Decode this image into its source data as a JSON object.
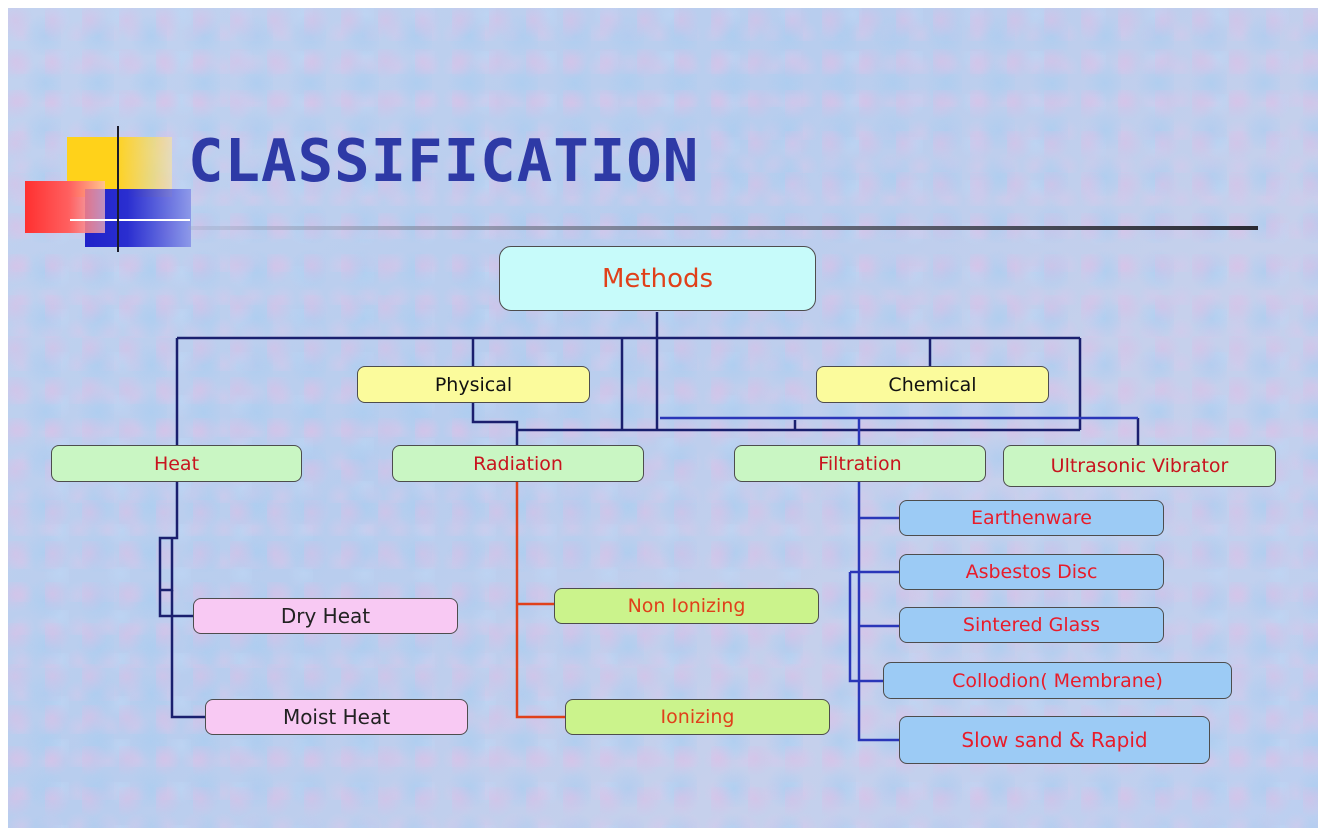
{
  "title": "CLASSIFICATION",
  "colors": {
    "title": "#2e3aa6",
    "root_fill": "#c7fbfa",
    "category_fill": "#fbfb9c",
    "method_fill": "#c9f6c3",
    "heat_sub_fill": "#f8c9f3",
    "radiation_sub_fill": "#cbf38c",
    "filtration_sub_fill": "#9ccbf5",
    "heat_line": "#1a1f6e",
    "radiation_line": "#e0401a",
    "filtration_line": "#2a36b8"
  },
  "root": {
    "label": "Methods"
  },
  "categories": [
    {
      "label": "Physical"
    },
    {
      "label": "Chemical"
    }
  ],
  "methods": [
    {
      "label": "Heat"
    },
    {
      "label": "Radiation"
    },
    {
      "label": "Filtration"
    },
    {
      "label": "Ultrasonic Vibrator"
    }
  ],
  "heat_types": [
    {
      "label": "Dry Heat"
    },
    {
      "label": "Moist Heat"
    }
  ],
  "radiation_types": [
    {
      "label": "Non Ionizing"
    },
    {
      "label": "Ionizing"
    }
  ],
  "filtration_types": [
    {
      "label": "Earthenware"
    },
    {
      "label": "Asbestos Disc"
    },
    {
      "label": "Sintered Glass"
    },
    {
      "label": "Collodion( Membrane)"
    },
    {
      "label": "Slow sand & Rapid"
    }
  ]
}
